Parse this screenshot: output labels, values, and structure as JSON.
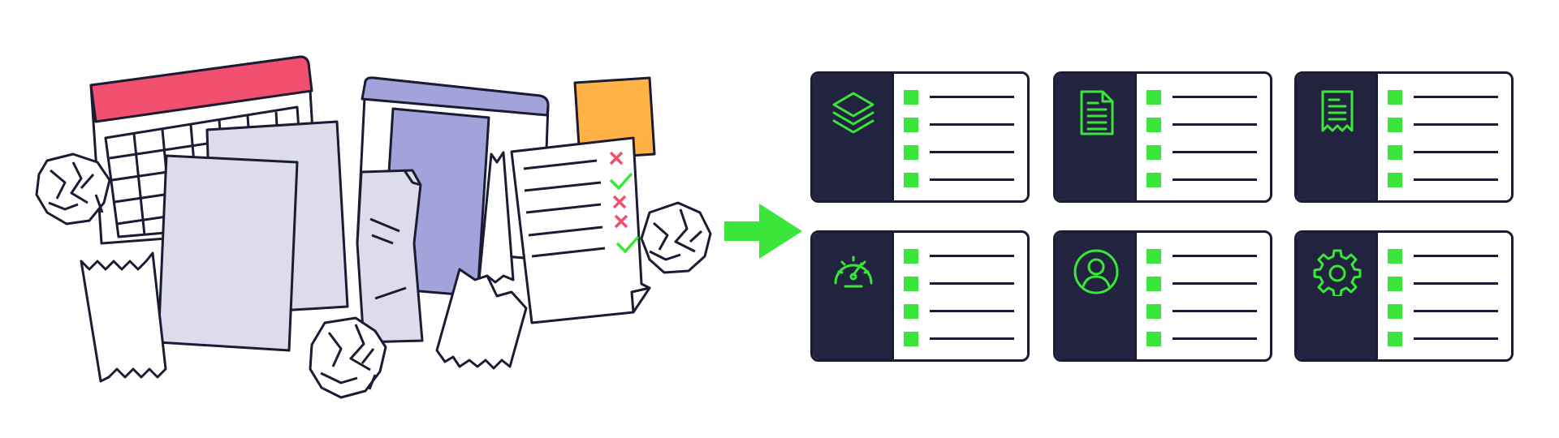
{
  "colors": {
    "ink": "#1b1c33",
    "navy_panel": "#22243f",
    "accent_green": "#39e639",
    "calendar_red": "#f0506e",
    "lavender": "#dcdcec",
    "purple": "#a3a3dc",
    "sticky_orange": "#ffb347",
    "check_green": "#39e639",
    "cross_red": "#f0506e"
  },
  "checklist_marks": [
    "cross",
    "check",
    "cross",
    "cross",
    "check"
  ],
  "cards": [
    {
      "icon": "layers-icon",
      "rows": 4
    },
    {
      "icon": "document-icon",
      "rows": 4
    },
    {
      "icon": "receipt-icon",
      "rows": 4
    },
    {
      "icon": "speedometer-icon",
      "rows": 4
    },
    {
      "icon": "user-icon",
      "rows": 4
    },
    {
      "icon": "gear-icon",
      "rows": 4
    }
  ]
}
